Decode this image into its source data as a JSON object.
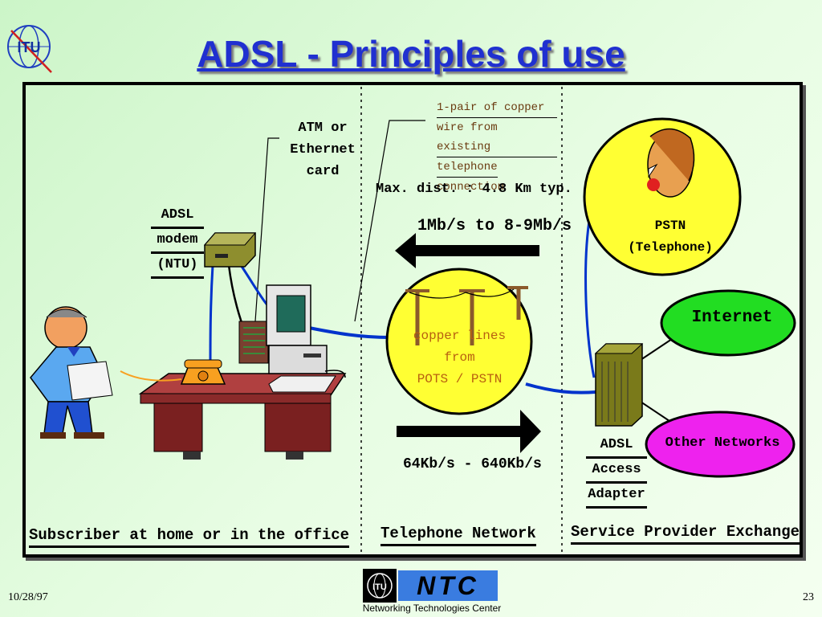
{
  "slide": {
    "title": "ADSL - Principles of use",
    "date": "10/28/97",
    "page_number": "23"
  },
  "logos": {
    "itu_text": "ITU",
    "ntc_text": "NTC",
    "ntc_subtitle": "Networking Technologies Center"
  },
  "diagram": {
    "atm_card_label": [
      "ATM or",
      "Ethernet",
      "card"
    ],
    "adsl_modem_label": [
      "ADSL",
      "modem",
      "(NTU)"
    ],
    "copper_wire_note": [
      "1-pair of copper",
      "wire from existing",
      "telephone",
      "connection"
    ],
    "max_distance": "Max. dist. : 4.8 Km typ.",
    "downstream_rate": "1Mb/s to 8-9Mb/s",
    "upstream_rate": "64Kb/s - 640Kb/s",
    "copper_lines_label": [
      "copper lines",
      "from",
      "POTS / PSTN"
    ],
    "pstn_label": [
      "PSTN",
      "(Telephone)"
    ],
    "internet_label": "Internet",
    "other_networks_label": "Other Networks",
    "adsl_access_adapter_label": [
      "ADSL",
      "Access",
      "Adapter"
    ],
    "section_subscriber": "Subscriber at home or in the office",
    "section_telephone_network": "Telephone Network",
    "section_service_provider": "Service Provider Exchange"
  },
  "colors": {
    "title": "#2030d0",
    "copper_circle": "#ffff33",
    "pstn_circle": "#ffff33",
    "internet_ellipse": "#22dd22",
    "other_networks_ellipse": "#ee22ee",
    "cable": "#0033cc",
    "arrow": "#000000"
  }
}
